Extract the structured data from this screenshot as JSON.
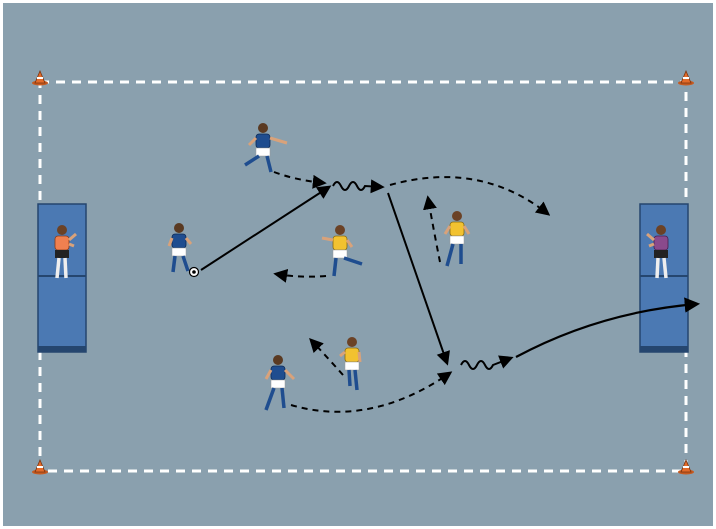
{
  "pitch": {
    "background_color": "#8aa0ae",
    "boundary_color": "#ffffff",
    "goal_color": "#4b79b3",
    "goal_border_color": "#25466f",
    "arrow_color": "#000000",
    "cone_color": "#e36b2a"
  },
  "teams": {
    "attackers": {
      "shirt_color": "#1f4d8f",
      "shorts_color": "#ffffff",
      "socks_color": "#1f4d8f"
    },
    "defenders": {
      "shirt_color": "#f2c230",
      "shorts_color": "#ffffff",
      "socks_color": "#1f4d8f"
    },
    "goalkeeper_left": {
      "shirt_color": "#f08050",
      "shorts_color": "#222222"
    },
    "goalkeeper_right": {
      "shirt_color": "#8a4a8c",
      "shorts_color": "#222222"
    }
  },
  "icons": {
    "cone": "cone-icon",
    "ball": "ball-icon",
    "player": "player-icon",
    "goalkeeper": "goalkeeper-icon"
  },
  "arrows": {
    "pass": "solid",
    "run": "dashed",
    "dribble": "wavy"
  }
}
